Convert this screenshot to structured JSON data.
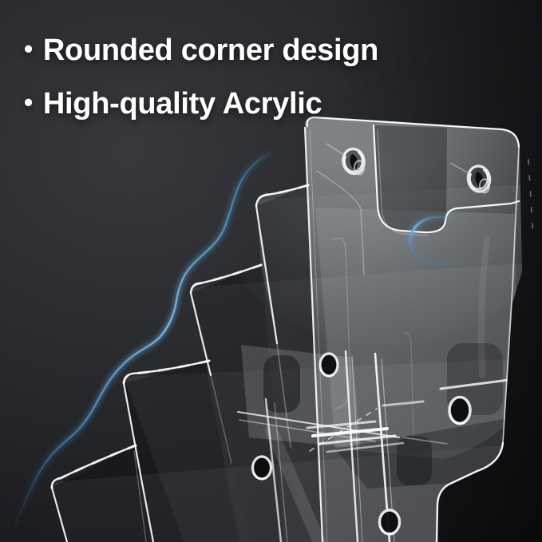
{
  "features": {
    "bullet_glyph": "•",
    "items": [
      {
        "label": "Rounded corner design"
      },
      {
        "label": "High-quality Acrylic"
      }
    ]
  },
  "colors": {
    "background_dark": "#0d0e10",
    "background_light": "#36383d",
    "text": "#ffffff",
    "accent_blue": "#79b4e4",
    "acrylic_edge": "#ffffff"
  },
  "illustration": {
    "subject": "clear-acrylic-tiered-brochure-holder",
    "parts": [
      "back-panel",
      "keyhole-mount-left",
      "keyhole-mount-right",
      "rounded-corner-cutout",
      "tier-panels",
      "finger-holes",
      "blue-wave-highlight",
      "corner-highlight-arc"
    ]
  }
}
